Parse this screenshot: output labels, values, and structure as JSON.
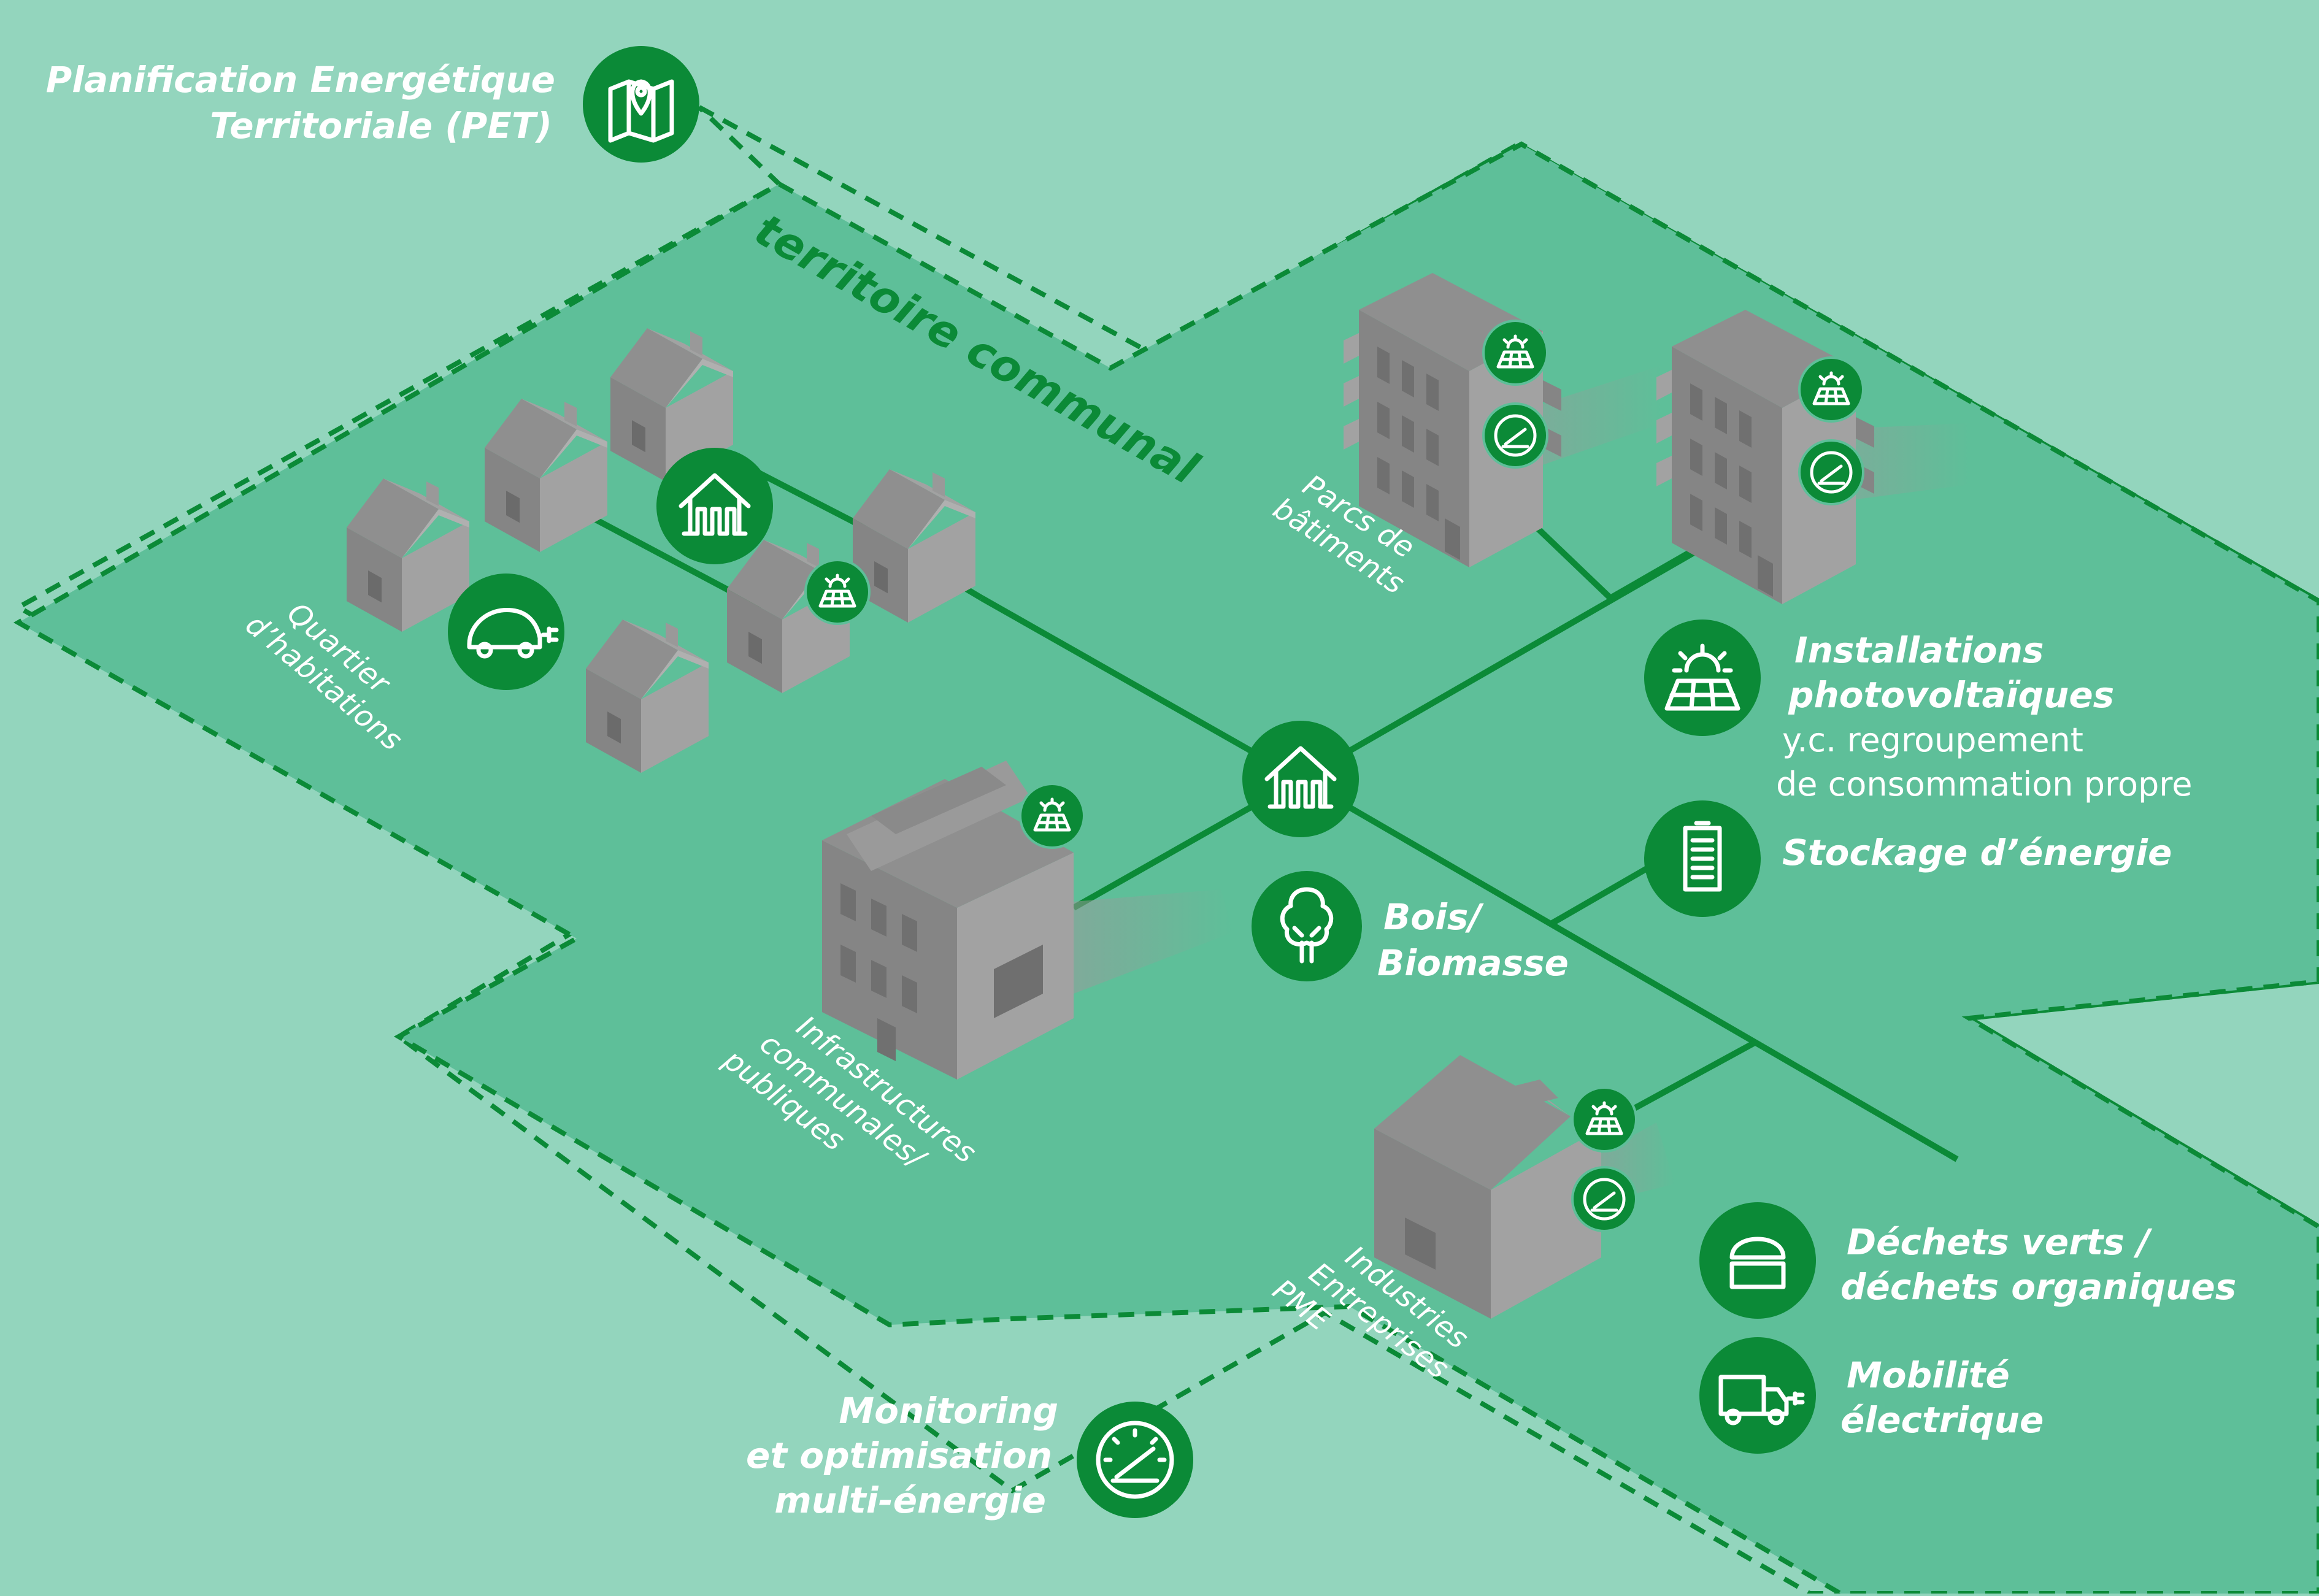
{
  "title": {
    "pet_line1": "Planification Energétique",
    "pet_line2": "Territoriale (PET)",
    "territory": "territoire communal"
  },
  "areas": {
    "quartier_line1": "Quartier",
    "quartier_line2": "d’habitations",
    "parcs_line1": "Parcs de",
    "parcs_line2": "bâtiments",
    "infra_line1": "Infrastructures",
    "infra_line2": "communales/",
    "infra_line3": "publiques",
    "ind_line1": "Industries",
    "ind_line2": "Entreprises",
    "ind_line3": "PME"
  },
  "legend": {
    "pv_line1": "Installations",
    "pv_line2": "photovoltaïques",
    "pv_line3": "y.c. regroupement",
    "pv_line4": "de consommation propre",
    "storage": "Stockage d’énergie",
    "bois_line1": "Bois/",
    "bois_line2": "Biomasse",
    "dechets_line1": "Déchets verts /",
    "dechets_line2": "déchets organiques",
    "mob_line1": "Mobilité",
    "mob_line2": "électrique",
    "mon_line1": "Monitoring",
    "mon_line2": "et optimisation",
    "mon_line3": "multi-énergie"
  },
  "colors": {
    "background": "#93d5bd",
    "territory_fill": "#5ebf99",
    "accent_green": "#0b8a37",
    "building_grey": "#8f8f8f"
  },
  "icons": [
    "map-pin-icon",
    "heat-network-icon",
    "solar-panel-icon",
    "gauge-icon",
    "battery-icon",
    "tree-icon",
    "bin-icon",
    "electric-truck-icon",
    "electric-car-icon"
  ]
}
